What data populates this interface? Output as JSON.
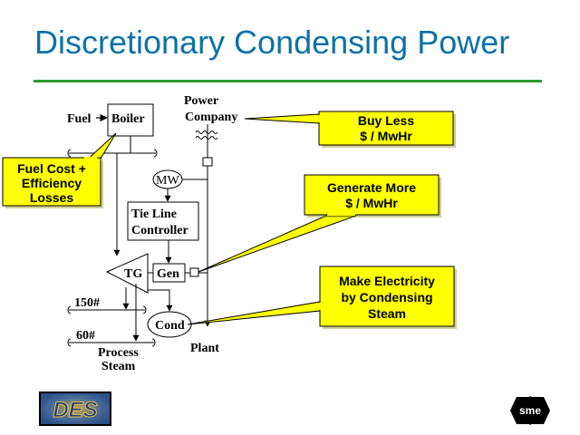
{
  "slide": {
    "title": "Discretionary Condensing Power",
    "colors": {
      "title": "#0d72a8",
      "rule": "#2e9a2e",
      "callout_fill": "#ffff00"
    }
  },
  "diagram": {
    "labels": {
      "fuel": "Fuel",
      "boiler": "Boiler",
      "power_company_line1": "Power",
      "power_company_line2": "Company",
      "mw": "MW",
      "tie_line_line1": "Tie Line",
      "tie_line_line2": "Controller",
      "tg": "TG",
      "gen": "Gen",
      "cond": "Cond",
      "p150": "150#",
      "p60": "60#",
      "process_line1": "Process",
      "process_line2": "Steam",
      "plant": "Plant"
    },
    "callouts": {
      "fuel_cost": [
        "Fuel  Cost +",
        "Efficiency",
        "Losses"
      ],
      "buy_less": [
        "Buy Less",
        "$ / MwHr"
      ],
      "generate_more": [
        "Generate More",
        "$  / MwHr"
      ],
      "make_electricity": [
        "Make Electricity",
        "by Condensing",
        "Steam"
      ]
    }
  },
  "logos": {
    "left": "DES",
    "right": "sme"
  }
}
